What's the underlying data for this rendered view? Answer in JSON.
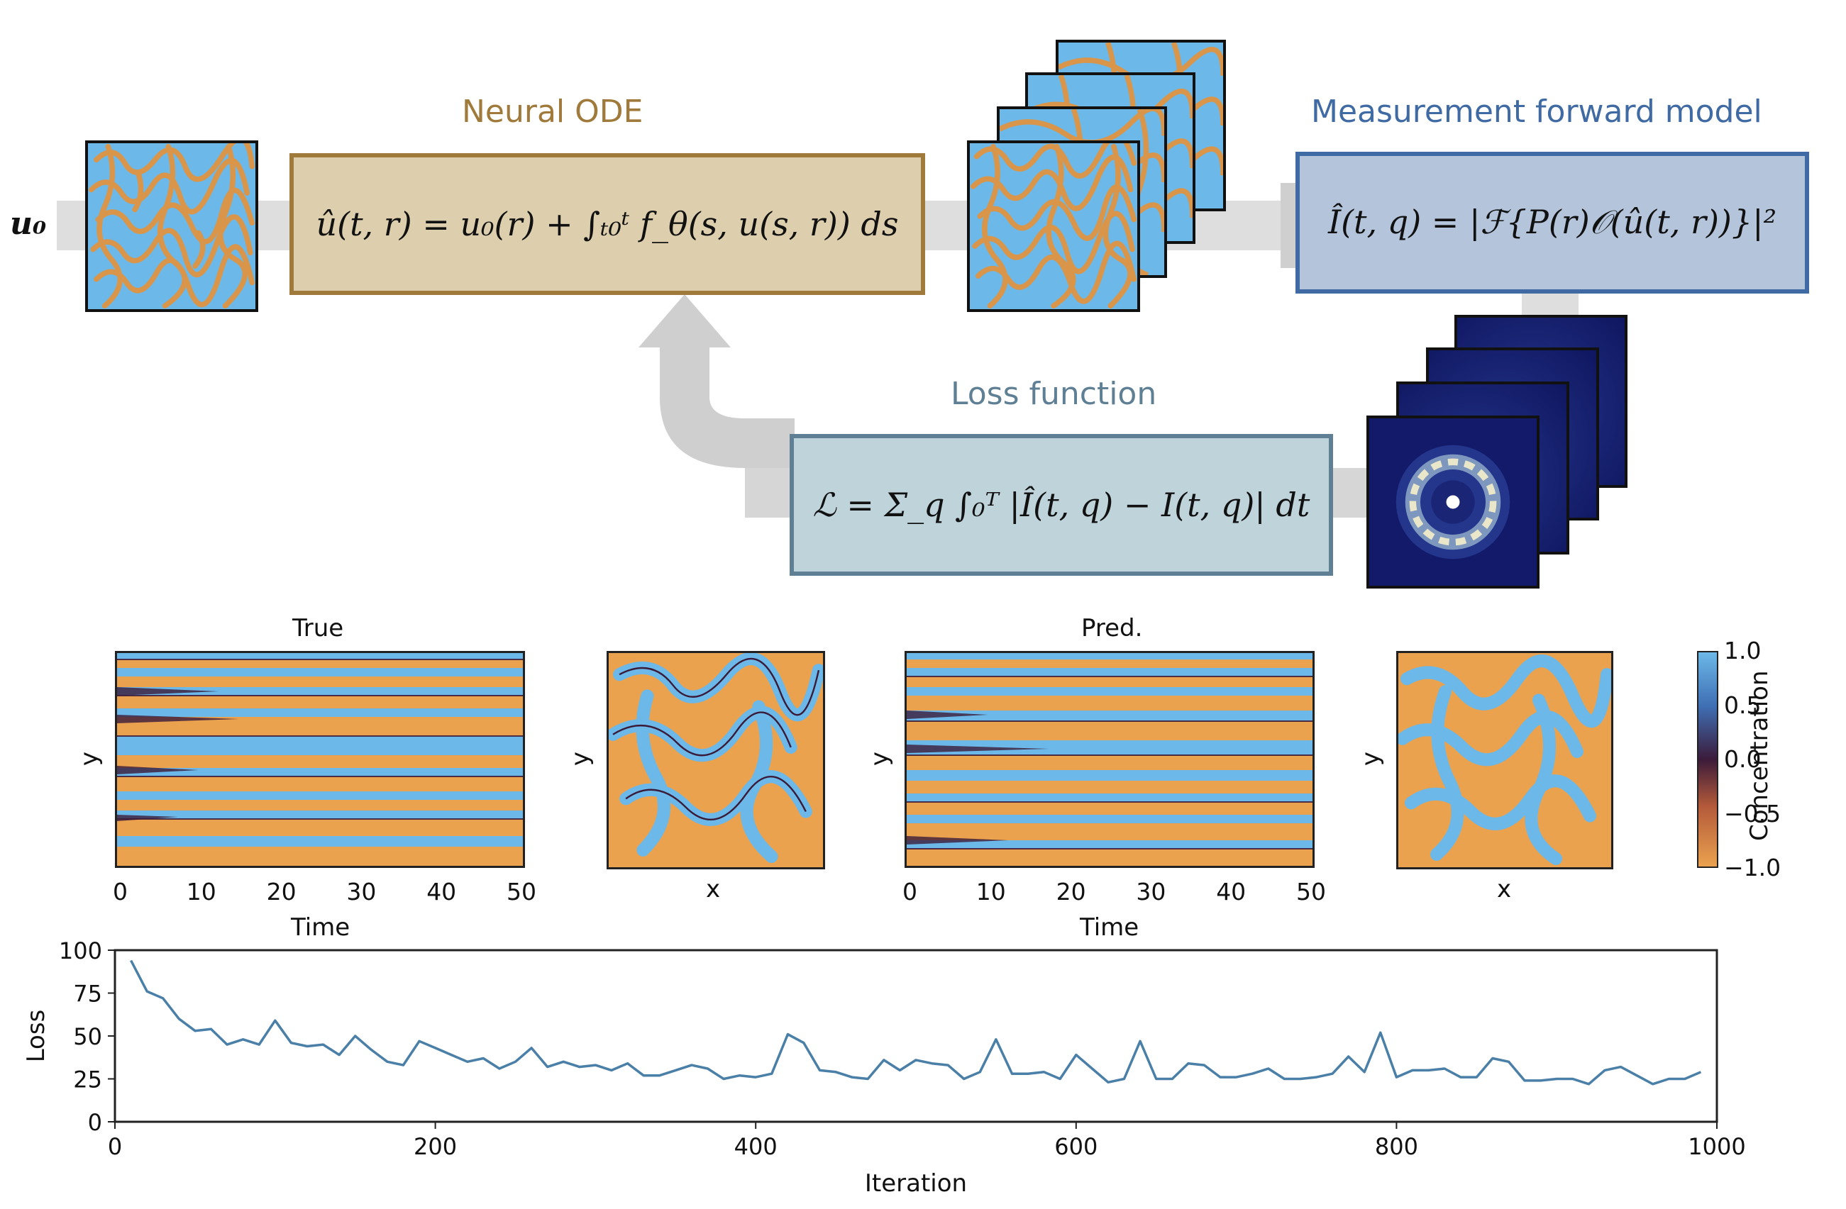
{
  "labels": {
    "u0": "u₀",
    "neural_ode": "Neural ODE",
    "measurement": "Measurement forward model",
    "loss_function": "Loss function"
  },
  "equations": {
    "neural_ode": "û(t, r) = u₀(r) + ∫ₜ₀ᵗ f_θ(s, u(s, r)) ds",
    "measurement": "Î(t, q) = |ℱ{P(r)𝒪(û(t, r))}|²",
    "loss": "ℒ = Σ_q ∫₀ᵀ |Î(t, q) − I(t, q)| dt"
  },
  "panels": {
    "true_title": "True",
    "pred_title": "Pred.",
    "y_label": "y",
    "x_label": "x",
    "time_label": "Time",
    "time_ticks": [
      "0",
      "10",
      "20",
      "30",
      "40",
      "50"
    ]
  },
  "colorbar": {
    "label": "Concentration",
    "ticks": [
      "1.0",
      "0.5",
      "0.0",
      "−0.5",
      "−1.0"
    ],
    "colors": {
      "high": "#6cb8e8",
      "mid": "#3b1b3a",
      "low": "#eaa24f"
    }
  },
  "colors": {
    "neural_ode": "#a07a3a",
    "measurement": "#3f6aa3",
    "loss": "#5f8094",
    "line": "#4a7fa8"
  },
  "chart_data": {
    "type": "line",
    "xlabel": "Iteration",
    "ylabel": "Loss",
    "xlim": [
      0,
      1000
    ],
    "ylim": [
      0,
      100
    ],
    "xticks": [
      "0",
      "200",
      "400",
      "600",
      "800",
      "1000"
    ],
    "yticks": [
      "0",
      "25",
      "50",
      "75",
      "100"
    ],
    "series": [
      {
        "x": [
          10,
          20,
          30,
          40,
          50,
          60,
          70,
          80,
          90,
          100,
          110,
          120,
          130,
          140,
          150,
          160,
          170,
          180,
          190,
          200,
          210,
          220,
          230,
          240,
          250,
          260,
          270,
          280,
          290,
          300,
          310,
          320,
          330,
          340,
          350,
          360,
          370,
          380,
          390,
          400,
          410,
          420,
          430,
          440,
          450,
          460,
          470,
          480,
          490,
          500,
          510,
          520,
          530,
          540,
          550,
          560,
          570,
          580,
          590,
          600,
          610,
          620,
          630,
          640,
          650,
          660,
          670,
          680,
          690,
          700,
          710,
          720,
          730,
          740,
          750,
          760,
          770,
          780,
          790,
          800,
          810,
          820,
          830,
          840,
          850,
          860,
          870,
          880,
          890,
          900,
          910,
          920,
          930,
          940,
          950,
          960,
          970,
          980,
          990
        ],
        "y": [
          94,
          76,
          72,
          60,
          53,
          54,
          45,
          48,
          45,
          59,
          46,
          44,
          45,
          39,
          50,
          42,
          35,
          33,
          47,
          43,
          39,
          35,
          37,
          31,
          35,
          43,
          32,
          35,
          32,
          33,
          30,
          34,
          27,
          27,
          30,
          33,
          31,
          25,
          27,
          26,
          28,
          51,
          46,
          30,
          29,
          26,
          25,
          36,
          30,
          36,
          34,
          33,
          25,
          29,
          48,
          28,
          28,
          29,
          25,
          39,
          31,
          23,
          25,
          47,
          25,
          25,
          34,
          33,
          26,
          26,
          28,
          31,
          25,
          25,
          26,
          28,
          38,
          29,
          52,
          26,
          30,
          30,
          31,
          26,
          26,
          37,
          35,
          24,
          24,
          25,
          25,
          22,
          30,
          32,
          27,
          22,
          25,
          25,
          29
        ]
      }
    ]
  }
}
